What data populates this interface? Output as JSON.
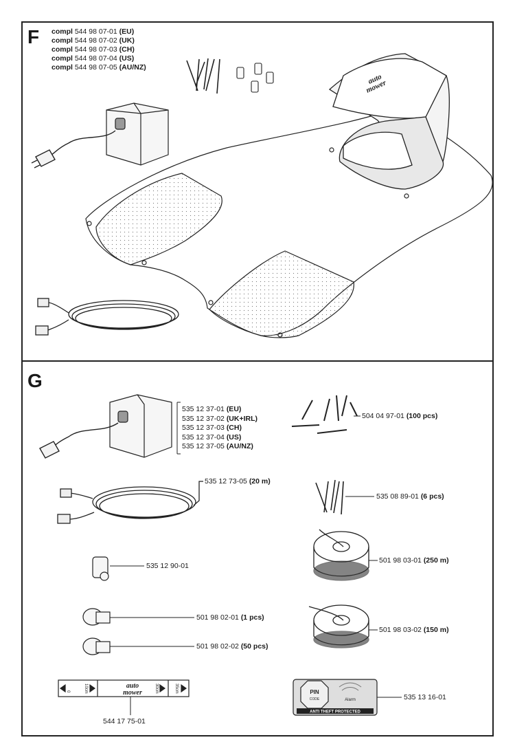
{
  "section_f": {
    "letter": "F",
    "compl_lines": [
      {
        "prefix": "compl",
        "number": "544 98 07-01",
        "region": "(EU)"
      },
      {
        "prefix": "compl",
        "number": "544 98 07-02",
        "region": "(UK)"
      },
      {
        "prefix": "compl",
        "number": "544 98 07-03",
        "region": "(CH)"
      },
      {
        "prefix": "compl",
        "number": "544 98 07-04",
        "region": "(US)"
      },
      {
        "prefix": "compl",
        "number": "544 98 07-05",
        "region": "(AU/NZ)"
      }
    ],
    "mower_logo": {
      "line1": "auto",
      "line2": "mower"
    }
  },
  "section_g": {
    "letter": "G",
    "transformer_parts": [
      {
        "number": "535 12 37-01",
        "region": "(EU)"
      },
      {
        "number": "535 12 37-02",
        "region": "(UK+IRL)"
      },
      {
        "number": "535 12 37-03",
        "region": "(CH)"
      },
      {
        "number": "535 12 37-04",
        "region": "(US)"
      },
      {
        "number": "535 12 37-05",
        "region": "(AU/NZ)"
      }
    ],
    "low_voltage_cable": {
      "number": "535 12 73-05",
      "qty": "(20 m)"
    },
    "pegs": {
      "number": "504 04 97-01",
      "qty": "(100 pcs)"
    },
    "screws": {
      "number": "535 08 89-01",
      "qty": "(6 pcs)"
    },
    "connector": {
      "number": "535 12 90-01"
    },
    "coupler_1": {
      "number": "501 98 02-01",
      "qty": "(1 pcs)"
    },
    "coupler_50": {
      "number": "501 98 02-02",
      "qty": "(50 pcs)"
    },
    "wire_250": {
      "number": "501 98 03-01",
      "qty": "(250 m)"
    },
    "wire_150": {
      "number": "501 98 03-02",
      "qty": "(150 m)"
    },
    "ruler": {
      "number": "544 17 75-01",
      "logo1": "auto",
      "logo2": "mower",
      "mark_left": "0",
      "mark_mid1": "10cm",
      "mark_mid2": "30cm",
      "mark_right": "35cm"
    },
    "sticker": {
      "number": "535 13 16-01",
      "pin_top": "PIN",
      "pin_bottom": "CODE",
      "alarm": "Alarm",
      "banner": "ANTI THEFT PROTECTED"
    }
  }
}
